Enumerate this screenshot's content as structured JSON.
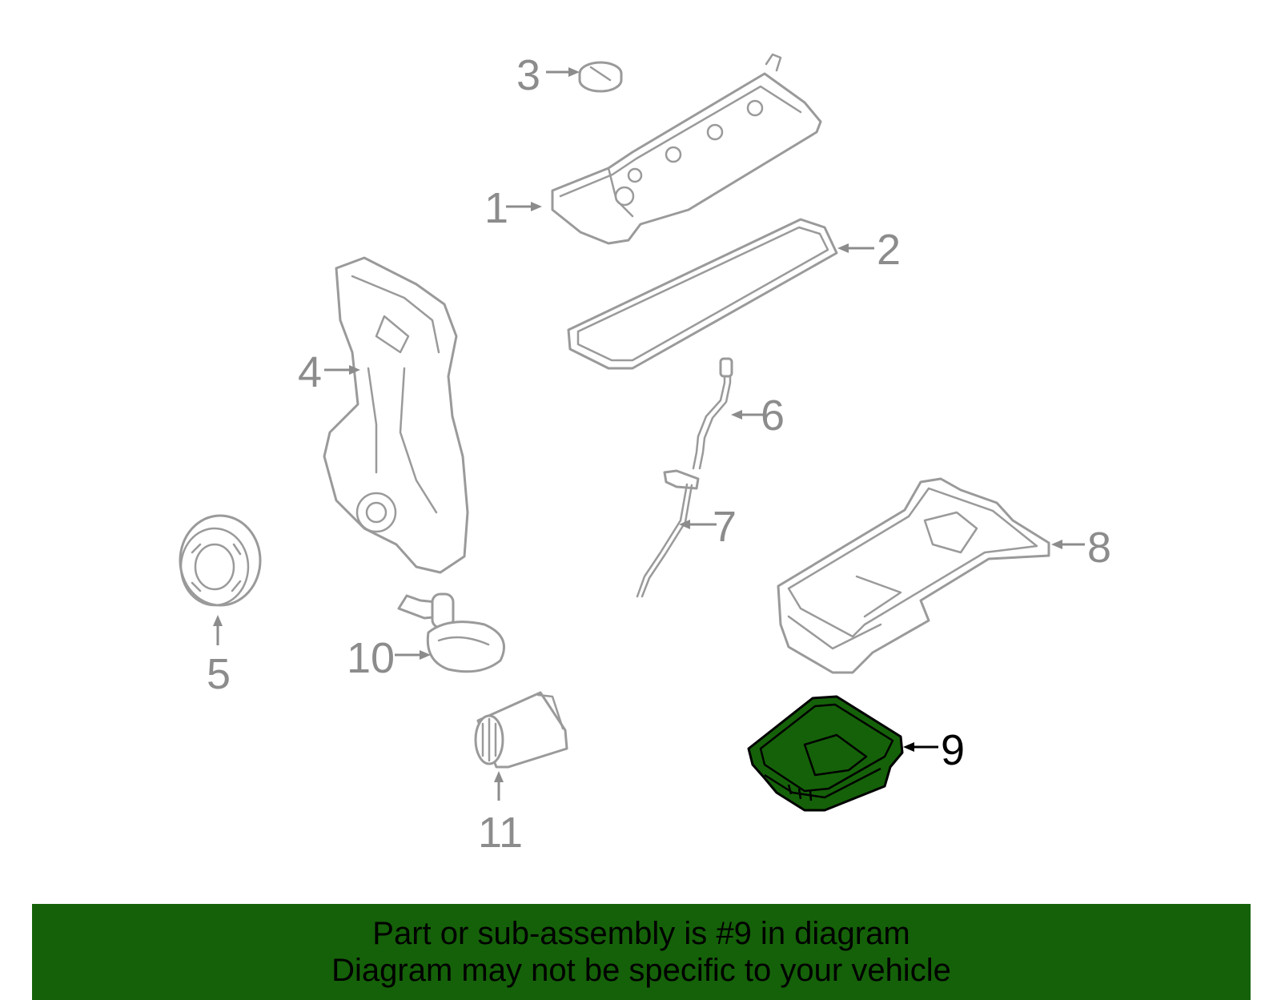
{
  "callouts": {
    "c1": "1",
    "c2": "2",
    "c3": "3",
    "c4": "4",
    "c5": "5",
    "c6": "6",
    "c7": "7",
    "c8": "8",
    "c9": "9",
    "c10": "10",
    "c11": "11"
  },
  "highlight": {
    "part_number": "9",
    "fill_color": "#156109"
  },
  "banner": {
    "line1": "Part or sub-assembly is #9 in diagram",
    "line2": "Diagram may not be specific to your vehicle",
    "background_color": "#156109"
  }
}
